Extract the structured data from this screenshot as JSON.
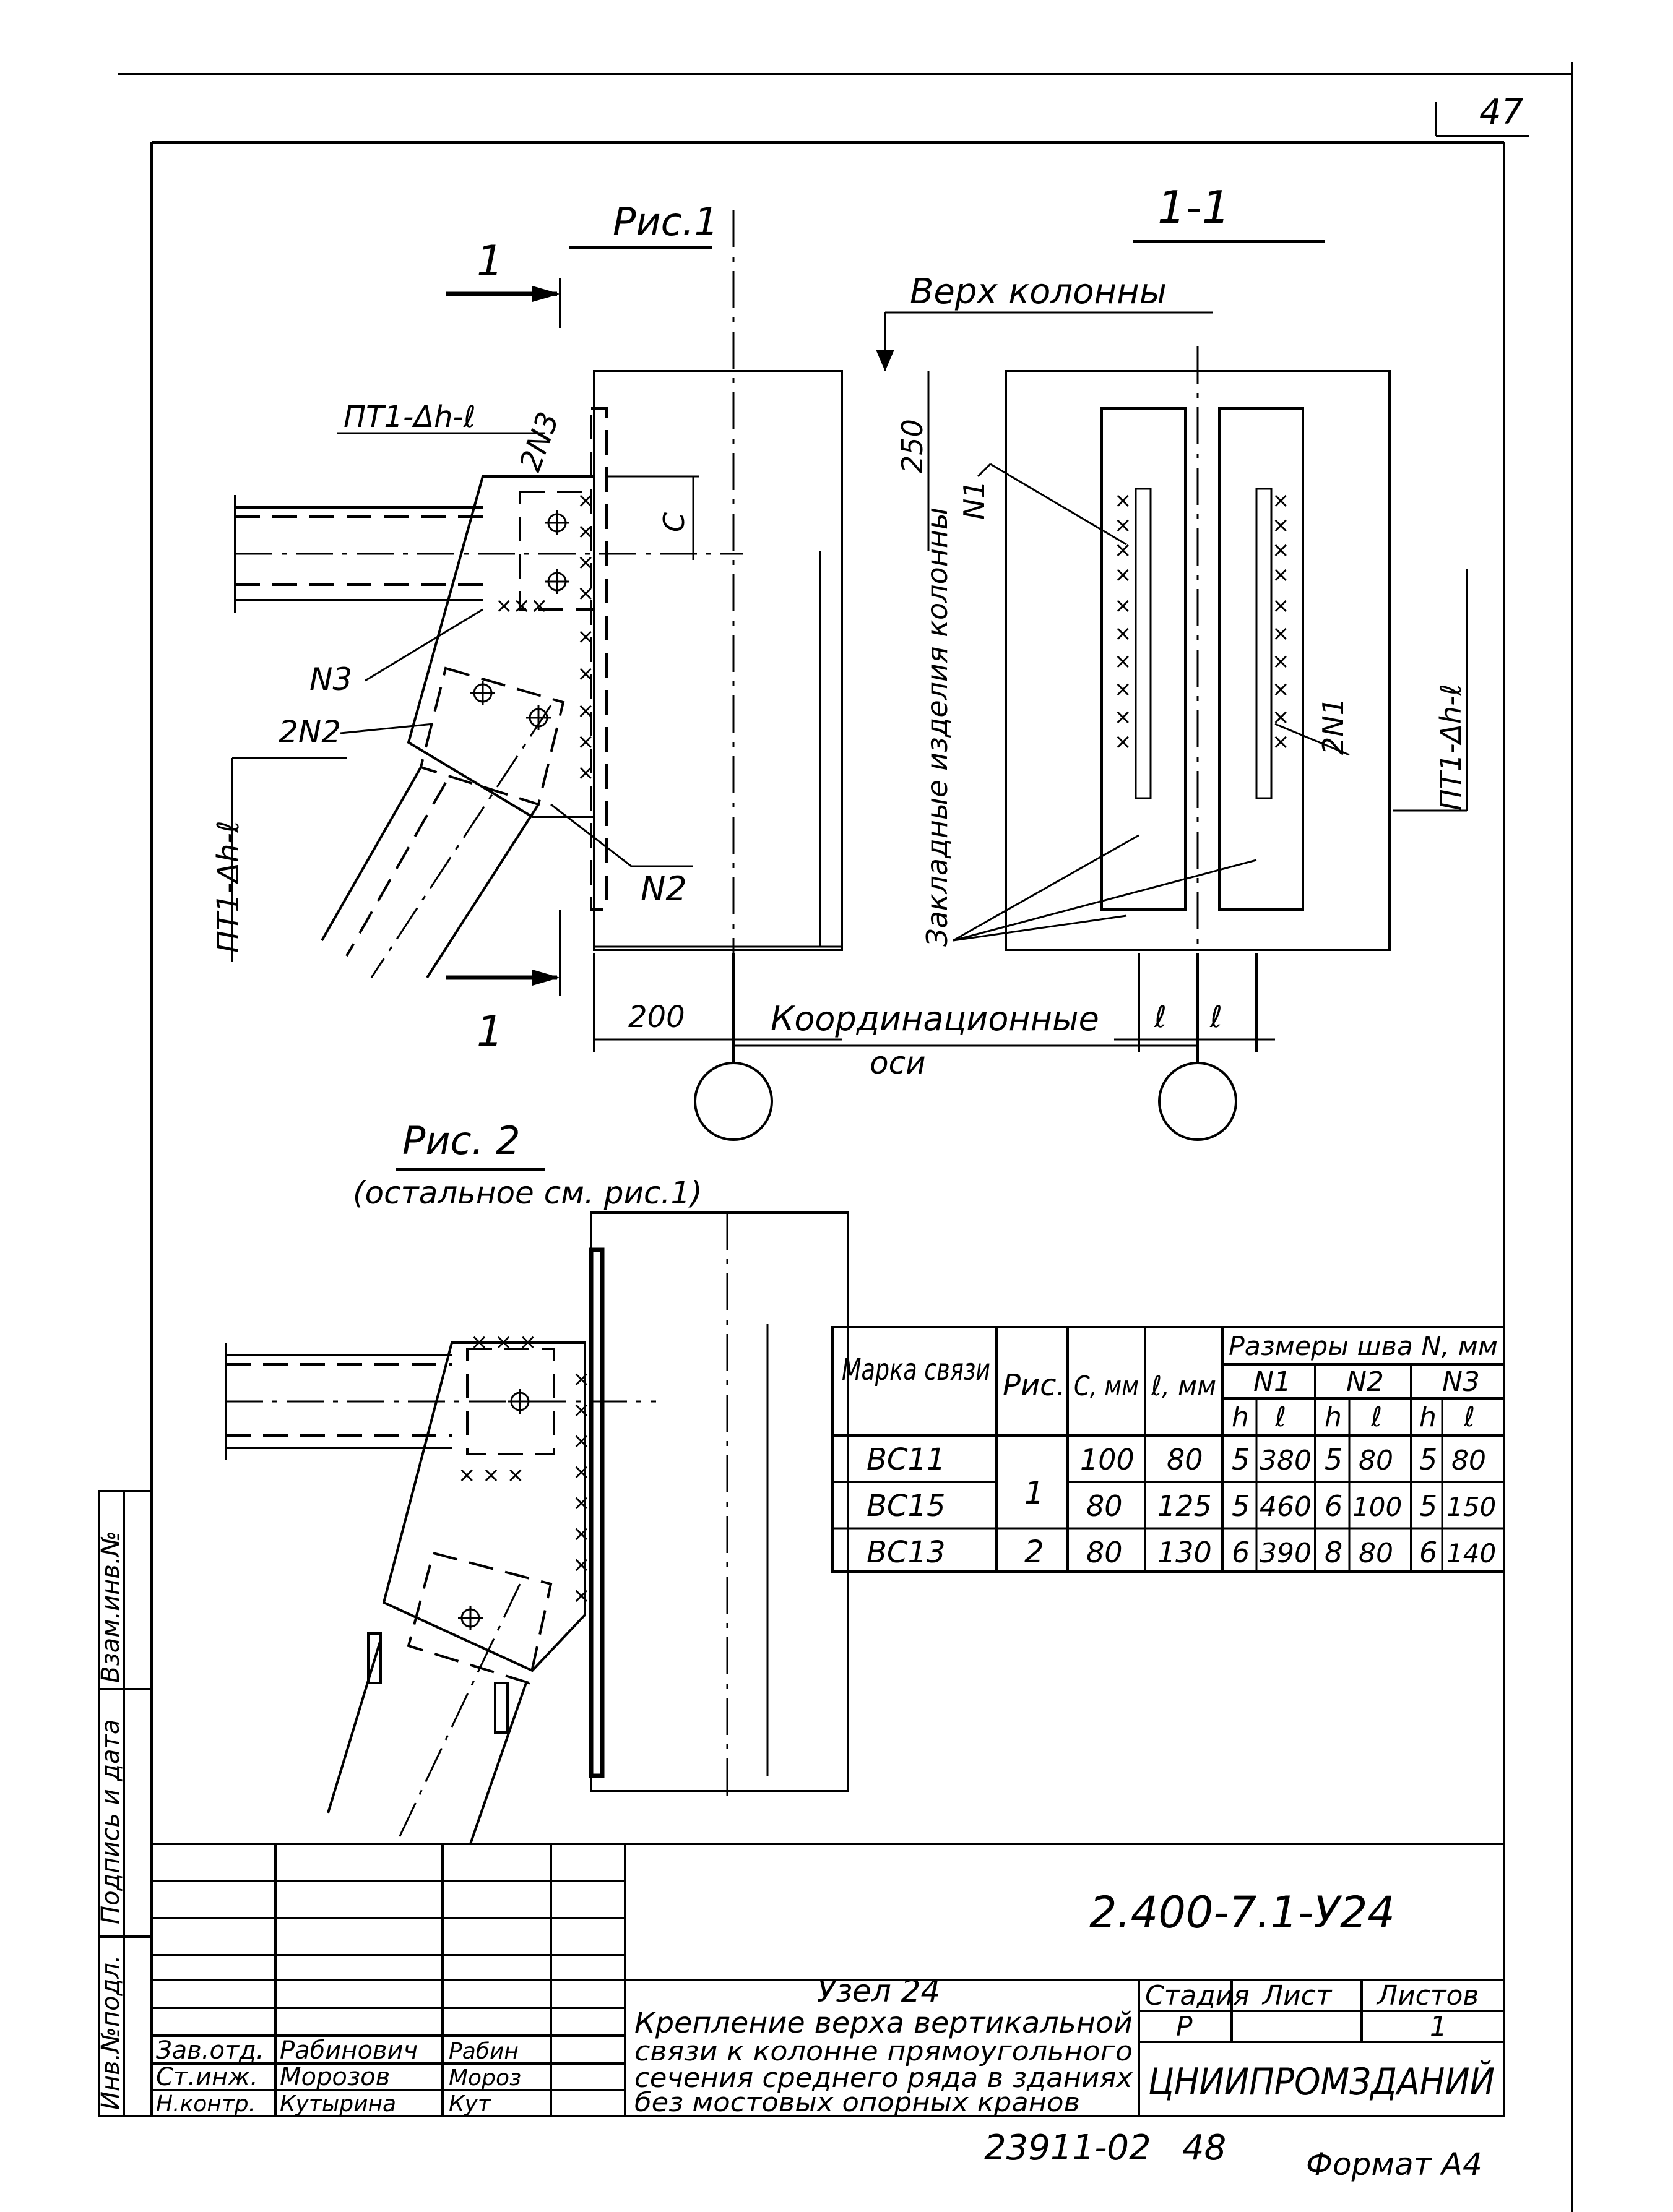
{
  "sheet": {
    "page_number": "47",
    "doc_code": "2.400-7.1-У24",
    "format_note": "Формат А4",
    "archive_no": "23911-02",
    "archive_sheet": "48"
  },
  "figure1": {
    "title": "Рис.1",
    "section_mark": "1",
    "weld_spec": "ΠΤ1-Δh-ℓ",
    "weld_labels": {
      "n1": "N1",
      "n2": "N2",
      "n3": "N3",
      "two_n1": "2N1",
      "two_n2": "2N2",
      "two_n3": "2N3"
    },
    "dims": {
      "d250": "250",
      "dc": "C",
      "d200": "200",
      "de1": "ℓ",
      "de2": "ℓ"
    }
  },
  "section": {
    "title": "1-1",
    "column_top": "Верх колонны",
    "embedded": "Закладные изделия колонны",
    "coord_axes_1": "Координационные",
    "coord_axes_2": "оси"
  },
  "figure2": {
    "title": "Рис. 2",
    "subtitle": "(остальное см. рис.1)"
  },
  "table": {
    "header": {
      "mark": "Марка связи",
      "fig": "Рис.",
      "c": "С, мм",
      "e": "ℓ, мм",
      "weld_sizes": "Размеры шва N, мм",
      "n1": "N1",
      "n2": "N2",
      "n3": "N3",
      "h": "h",
      "l": "ℓ"
    },
    "rows": [
      {
        "mark": "ВС11",
        "fig": "1",
        "c": "100",
        "e": "80",
        "n1h": "5",
        "n1l": "380",
        "n2h": "5",
        "n2l": "80",
        "n3h": "5",
        "n3l": "80"
      },
      {
        "mark": "ВС15",
        "fig": "",
        "c": "80",
        "e": "125",
        "n1h": "5",
        "n1l": "460",
        "n2h": "6",
        "n2l": "100",
        "n3h": "5",
        "n3l": "150"
      },
      {
        "mark": "ВС13",
        "fig": "2",
        "c": "80",
        "e": "130",
        "n1h": "6",
        "n1l": "390",
        "n2h": "8",
        "n2l": "80",
        "n3h": "6",
        "n3l": "140"
      }
    ]
  },
  "side_stamp": {
    "inv_no": "Инв.№подл.",
    "sign_date": "Подпись и дата",
    "replace_inv": "Взам.инв.№"
  },
  "title_block": {
    "node": "Узел 24",
    "description_1": "Крепление верха вертикальной",
    "description_2": "связи к колонне прямоугольного",
    "description_3": "сечения среднего ряда в зданиях",
    "description_4": "без мостовых опорных кранов",
    "stage_label": "Стадия",
    "sheet_label": "Лист",
    "sheets_label": "Листов",
    "stage": "Р",
    "sheets": "1",
    "organization": "ЦНИИПРОМЗДАНИЙ",
    "people": [
      {
        "role": "Зав.отд.",
        "name": "Рабинович",
        "sign": "Рабин"
      },
      {
        "role": "Ст.инж.",
        "name": "Морозов",
        "sign": "Мороз"
      },
      {
        "role": "Н.контр.",
        "name": "Кутырина",
        "sign": "Кут"
      }
    ]
  }
}
